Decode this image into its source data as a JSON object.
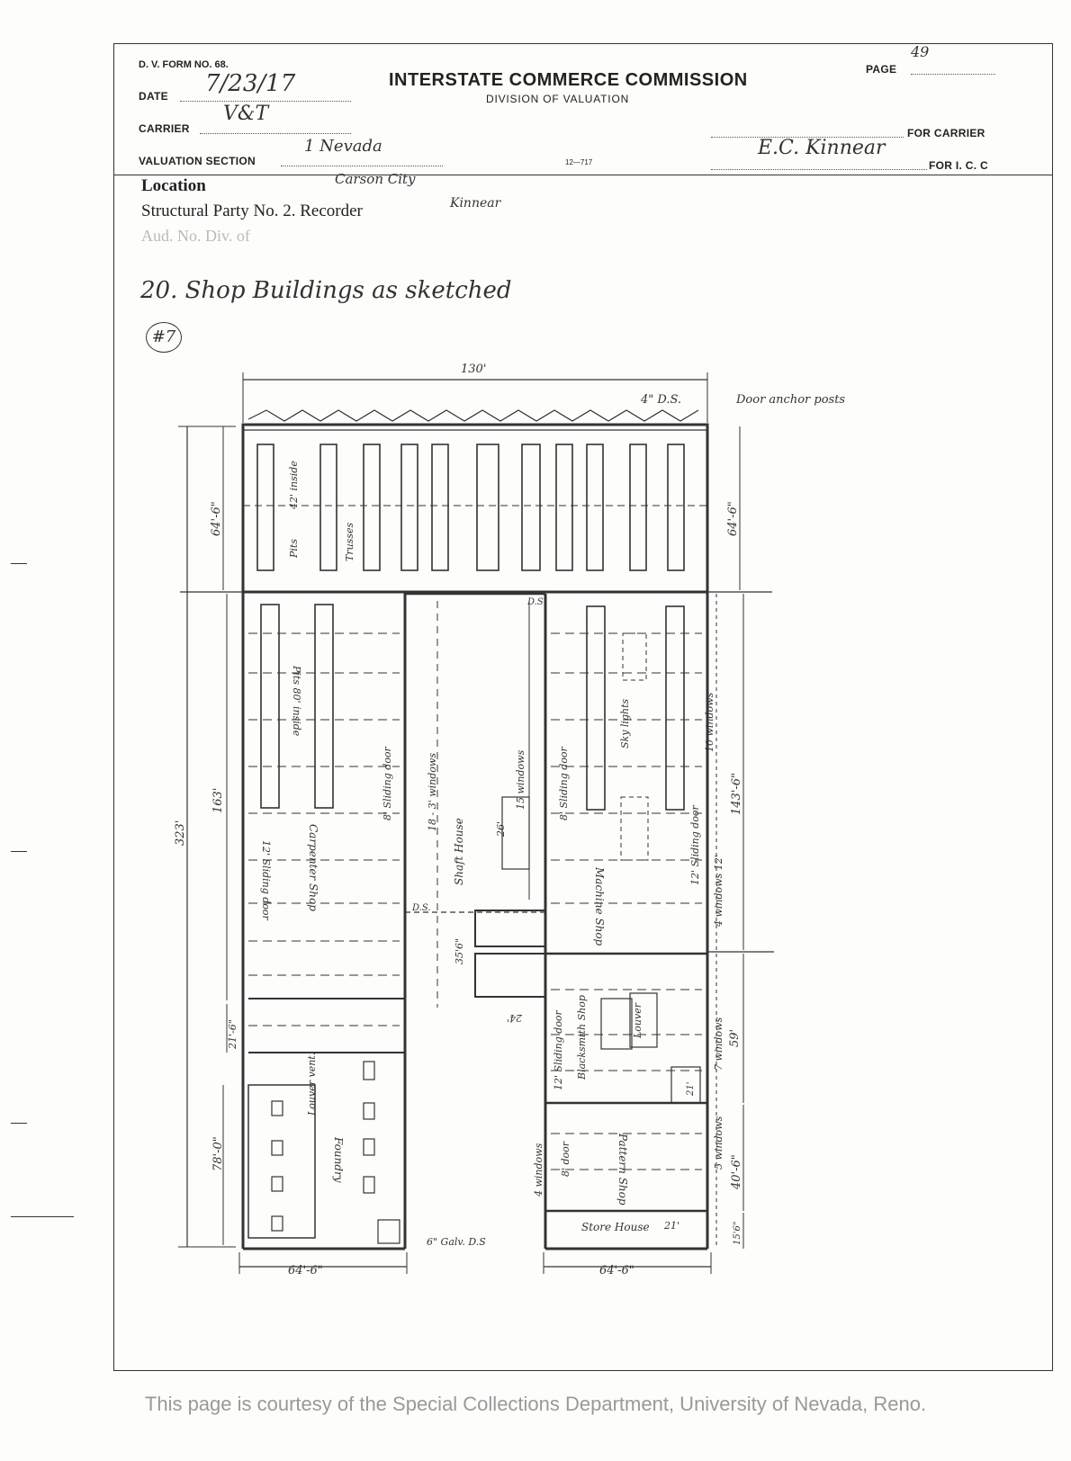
{
  "header": {
    "form_no": "D. V. FORM NO. 68.",
    "date_label": "DATE",
    "date_value": "7/23/17",
    "carrier_label": "CARRIER",
    "carrier_value": "V&T",
    "valuation_section_label": "VALUATION SECTION",
    "valuation_section_value": "1 Nevada",
    "title": "INTERSTATE COMMERCE COMMISSION",
    "subtitle": "DIVISION OF VALUATION",
    "form_code": "12—717",
    "page_label": "PAGE",
    "page_value": "49",
    "for_carrier_label": "FOR CARRIER",
    "for_icc_label": "FOR I. C. C",
    "for_icc_signature": "E.C. Kinnear"
  },
  "form_fields": {
    "location_label": "Location",
    "location_value": "Carson City",
    "party_label": "Structural Party No. 2. Recorder",
    "party_value": "Kinnear",
    "faded_line": "Aud. No. Div. of"
  },
  "notes": {
    "item": "20. Shop Buildings as sketched",
    "circle_number": "#7"
  },
  "drawing": {
    "labels": {
      "width_top": "130'",
      "ds": "4\" D.S.",
      "door_anchor": "Door anchor posts",
      "left_64": "64'-6\"",
      "right_64": "64'-6\"",
      "pits_top_1": "Pits",
      "pits_top_2": "42' inside",
      "trusses": "Trusses",
      "overall_323": "323'",
      "left_163": "163'",
      "right_143": "143'-6\"",
      "pits_80": "Pits 80' inside",
      "sliding_door_12_left": "12' Sliding door",
      "carpenter_shop": "Carpenter Shop",
      "sliding_8_left": "8' Sliding door",
      "windows_18": "18 - 3' windows",
      "shaft_house": "Shaft House",
      "windows_15": "15 windows",
      "dim_26": "26'",
      "sliding_8_right": "8' Sliding door",
      "sky_lights": "Sky lights",
      "windows_10": "10 windows",
      "sliding_12_right": "12' Sliding door",
      "windows_4": "4 windows 12'",
      "machine_shop": "Machine Shop",
      "ds_mid": "D.S.",
      "ds_upper": "D.S.",
      "dim_35": "35'6\"",
      "dim_24": "24'",
      "dim_21_left": "21'-6\"",
      "sliding_12_bs": "12' Sliding door",
      "blacksmith_shop": "Blacksmith Shop",
      "louver": "Louver",
      "windows_7": "7 windows",
      "dim_59": "59'",
      "dim_21_small": "21'",
      "foundry": "Foundry",
      "louver_vent": "Louver vent.",
      "dim_78": "78'-0\"",
      "windows_4b": "4 windows",
      "door_8": "8' door",
      "pattern_shop": "Pattern Shop",
      "windows_5": "5 windows",
      "dim_40": "40'-6\"",
      "store_house": "Store House",
      "dim_21_store": "21'",
      "dim_15": "15'6\"",
      "galv_ds": "6\" Galv. D.S",
      "bottom_left": "64'-6\"",
      "bottom_right": "64'-6\""
    }
  },
  "footer": {
    "credit": "This page is courtesy of the Special Collections Department, University of Nevada, Reno."
  }
}
